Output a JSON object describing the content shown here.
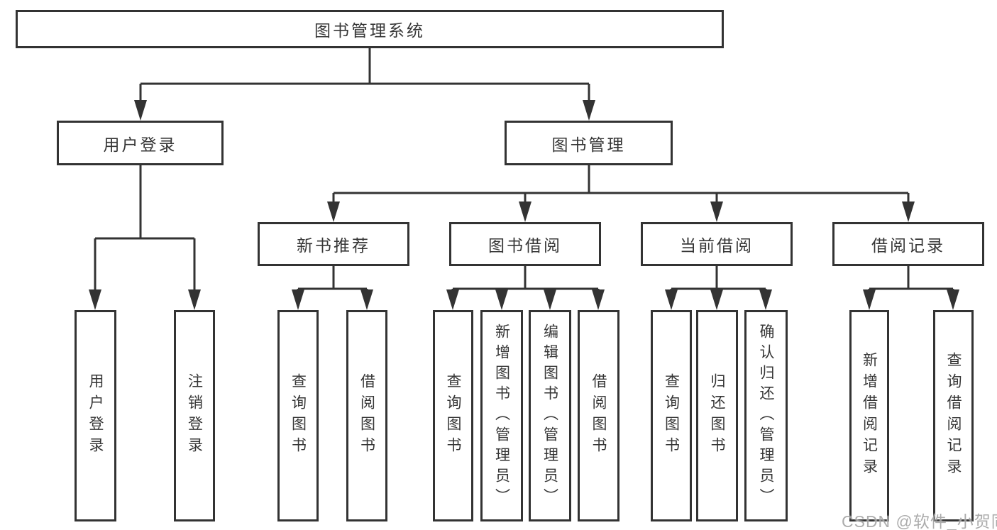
{
  "colors": {
    "line": "#333333",
    "box_border": "#333333",
    "box_fill": "#ffffff",
    "text": "#363636",
    "watermark": "#9e9e9e",
    "background": "#ffffff"
  },
  "watermark": {
    "text": "CSDN @软件_小贺同学"
  },
  "tree": {
    "root": {
      "label": "图书管理系统",
      "children": [
        {
          "label": "用户登录",
          "children": [
            {
              "label": "用户登录"
            },
            {
              "label": "注销登录"
            }
          ]
        },
        {
          "label": "图书管理",
          "children": [
            {
              "label": "新书推荐",
              "children": [
                {
                  "label": "查询图书"
                },
                {
                  "label": "借阅图书"
                }
              ]
            },
            {
              "label": "图书借阅",
              "children": [
                {
                  "label": "查询图书"
                },
                {
                  "label": "新增图书（管理员）"
                },
                {
                  "label": "编辑图书（管理员）"
                },
                {
                  "label": "借阅图书"
                }
              ]
            },
            {
              "label": "当前借阅",
              "children": [
                {
                  "label": "查询图书"
                },
                {
                  "label": "归还图书"
                },
                {
                  "label": "确认归还（管理员）"
                }
              ]
            },
            {
              "label": "借阅记录",
              "children": [
                {
                  "label": "新增借阅记录"
                },
                {
                  "label": "查询借阅记录"
                }
              ]
            }
          ]
        }
      ]
    }
  }
}
